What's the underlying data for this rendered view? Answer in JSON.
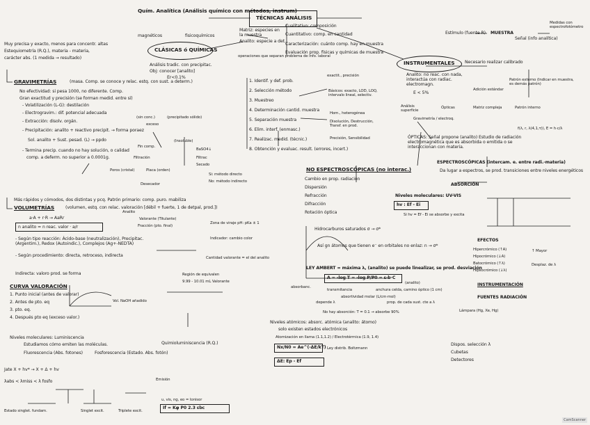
{
  "header": {
    "lines": [
      "Quím. Analítica (Análisis químico con métodos, instrum)"
    ],
    "title": "TÉCNICAS ANÁLISIS",
    "instrumental": "INSTRUMENTALES",
    "clasicas": "CLÁSICAS ó QUÍMICAS"
  },
  "left_top": {
    "lines": [
      "Muy precisa y exacto, menos para concentr. altas",
      "Estequiometría (R.Q.), materia - materia,",
      "carácter abs. (1 medida → resultado)",
      "Análisis tradic. con precipitac.",
      "Obj: conocer [analito]",
      "Er<0.1%"
    ],
    "badges": [
      "magnéticos",
      "fisicoquímicos"
    ]
  },
  "gravimetrias": {
    "title": "GRAVIMETRÍAS",
    "lines": [
      "(masa. Comp. se conoce y relac. estq. con sust. a determ.)",
      "No efectividad: si pesa 1000, no diferente. Comp.",
      "Gran exactitud y precisión (se forman medid. entre sí)",
      "- Volatilización (L-G): destilación",
      "- Electrogravim.: dif. potencial adecuada",
      "- Extracción: disolv. orgán.",
      "- Precipitación: analito + reactivo precipit. → forma poraez",
      "  Sol. analito + Sust. pesad. (L) → ppdo",
      "- Termina precip. cuando no hay solución, o calidad",
      "  comp. a deferm. no superior a 0.0001g."
    ],
    "marks": [
      "(sin conc.)",
      "(precipitado sólido)",
      "exceso",
      "Filtración",
      "Fin comp.",
      "(Insoluble)",
      "BaSO4↓",
      "Filtrac",
      "Secado",
      "Poros (cristal)",
      "Placa (orden)",
      "Desecador",
      "Si: método directo",
      "No: método indirecto"
    ]
  },
  "volumetrias": {
    "title": "VOLUMETRÍAS",
    "lines": [
      "Más rápidos y cómodos, dos distintas y pcq. Patrón primario: comp. puro. mabiliza",
      "(volumen, estq. con relac. valoración [débil + fuerte, 1 de detpal, prod.])",
      "a·A + r·R → AaRr",
      "n analito = n reac. valor · a/r",
      "- Según tipo reacción: Ácido-base (neutralización), Precipitac. (Argentim.), Redox (Autoindic.), Complejos (Ag+-NEDTA)",
      "- Según procedimiento: directa, retroceso, indirecta",
      "Indirecta: valoro prod. se forma"
    ],
    "marks": [
      "Analito",
      "Valorante (Titulante)",
      "Fracción (pto. final)",
      "Zona de viraje pH: pKa ± 1",
      "Indicador: cambio color",
      "Cantidad valorante = el del analito",
      "Región de equivalen",
      "9.99 - 10.01 mL Valorante"
    ],
    "curva": {
      "title": "CURVA VALORACIÓN",
      "steps": [
        "1. Punto inicial (antes de valorar)",
        "2. Antes de pto. eq",
        "3. pto. eq.",
        "4. Después pto eq (exceso valor.)"
      ],
      "axis": "Vol. NaOH añadido"
    }
  },
  "bottom_left": {
    "lines": [
      "Niveles moleculares: Luminiscencia",
      "Estudiamos cómo emiten las moléculas.",
      "Fluorescencia (Abs. fotones)",
      "Fosforescencia (Estado. Abs. fotón)",
      "Quimioluminiscencia (R.Q.)",
      "Jate X + hv* → X + Δ + hv",
      "λabs < λmiss < λ fosfo",
      "Estado singlet. fundam.",
      "Singlet excit.",
      "Triplete excit.",
      "Emisión"
    ],
    "formula": "If = Kφ P0 2.3 εbc",
    "formula_label": "u, vis, ng, eo = Ionisor"
  },
  "center": {
    "techniques": [
      "Matriz: especies en la muestra",
      "Analito: especie a det.",
      "Cualitativo: composición",
      "Cuantitativo: comp. en cantidad",
      "Caracterización: cuánto comp. hay en muestra",
      "Evaluación prop. físicas y químicas de muestra"
    ],
    "steps": [
      "1. Identif. y def. prob.",
      "2. Selección método",
      "3. Muestreo",
      "4. Determinación cantid. muestra",
      "5. Separación muestra",
      "6. Elim. interf. (enmasc.)",
      "7. Realizac. medid. (técnic.)",
      "8. Obtención y evaluac. result. (errores, incert.)"
    ],
    "notes": [
      "operaciones que separan problema de info. laboral",
      "exactit., precisión",
      "Básicos: exacto, LOD, LOQ, intervalo lineal, selectiv.",
      "Hom., heterogénea",
      "Disolución, Destrucción, Transf. en prod.",
      "Precisión, Sensibilidad"
    ]
  },
  "espectroscopias": {
    "title": "NO ESPECTROSCÓPICAS (no interac.)",
    "list": [
      "Cambio en prop. radiación",
      "Dispersión",
      "Refracción",
      "Difracción",
      "Rotación óptica"
    ],
    "right_title": "ESPECTROSCÓPICAS (intercam. e. entre radi.-materia)",
    "right_lines": [
      "Da lugar a espectros, se prod. transiciones entre niveles energéticos",
      "ABSORCIÓN"
    ],
    "niveles": "Niveles moleculares: UV-VIS",
    "hv": "hv : Ef - Ei",
    "hv_note": "Si hv = Ef - Ei se absorbe y excita",
    "hidrocarburos": "Hidrocarburos saturados σ → σ*",
    "pi": "Así gn átomos que tienen e⁻ en orbitales no enlaz: n → σ*",
    "ley": "LEY AMBERT = máxima λ, (analito) se puede linealizar, se prod. desviación",
    "ley_formula": "A = -log T = -log P/P0 = ε·b·C",
    "ley_labels": [
      "absorbanc.",
      "transmitancia",
      "anchura celda, camino óptico (1 cm)",
      "absortividad molar (L/cm·mol)",
      "(analito)"
    ],
    "ley_notes": [
      "depende λ",
      "prop. de cada sust. cte a λ",
      "No hay absorción: T = 0.1 → absorbe 90%"
    ],
    "efectos_title": "EFECTOS",
    "efectos": [
      "Hipercrómico (↑A)",
      "Hipocrómico (↓A)",
      "Batocrómico (↑λ)",
      "Hipsocrómico (↓λ)"
    ],
    "efectos_side": [
      "↑ Mayor",
      "Desplaz. de λ"
    ],
    "atomicos": "Niveles atómicos: absorc. atómica (analito: átomo)",
    "atomicos2": "solo existen estados electrónicos",
    "atom_flame": "Atomización en llama (1.1,1.2) / Electrotérmica (1.9, 1.4)",
    "boltzmann": "Nx/N0 = Ae^(-ΔE/kT)",
    "boltzmann_label": "Ley distrib. Boltzmann",
    "delta": "ΔE: Ep - Ef",
    "lampara": "Lámpara (Hg, Xe, Hg)",
    "dispos": [
      "Dispos. selección λ",
      "Cubetas",
      "Detectores"
    ],
    "instrumentacion": "INSTRUMENTACIÓN",
    "fuentes": "FUENTES RADIACIÓN"
  },
  "instrumentales": {
    "lines": [
      "Analito: no reac. con nada, interactúa con radiac. electromagn.",
      "E < 5%",
      "Análisis superficie",
      "Gravimetría / electroq.",
      "Ópticas",
      "Necesario realizar calibrado",
      "Patrón externo (Indicar en muestra, es demás patrón)",
      "Adición estándar",
      "Patrón interno",
      "Matriz compleja"
    ],
    "opticas": "ÓPTICAS: Señal propone (analito) Estudio de radiación electromagnética que es absorbida o emitida o se interaccionan con materia.",
    "flow": [
      "Estímulo (fuente R)",
      "MUESTRA",
      "Señal (info analítica)",
      "Medidas con espectrofotómetro"
    ],
    "formula": "f(λ, r, λ(4,1,τ)), E = h·c/λ"
  },
  "watermark": "CamScanner"
}
